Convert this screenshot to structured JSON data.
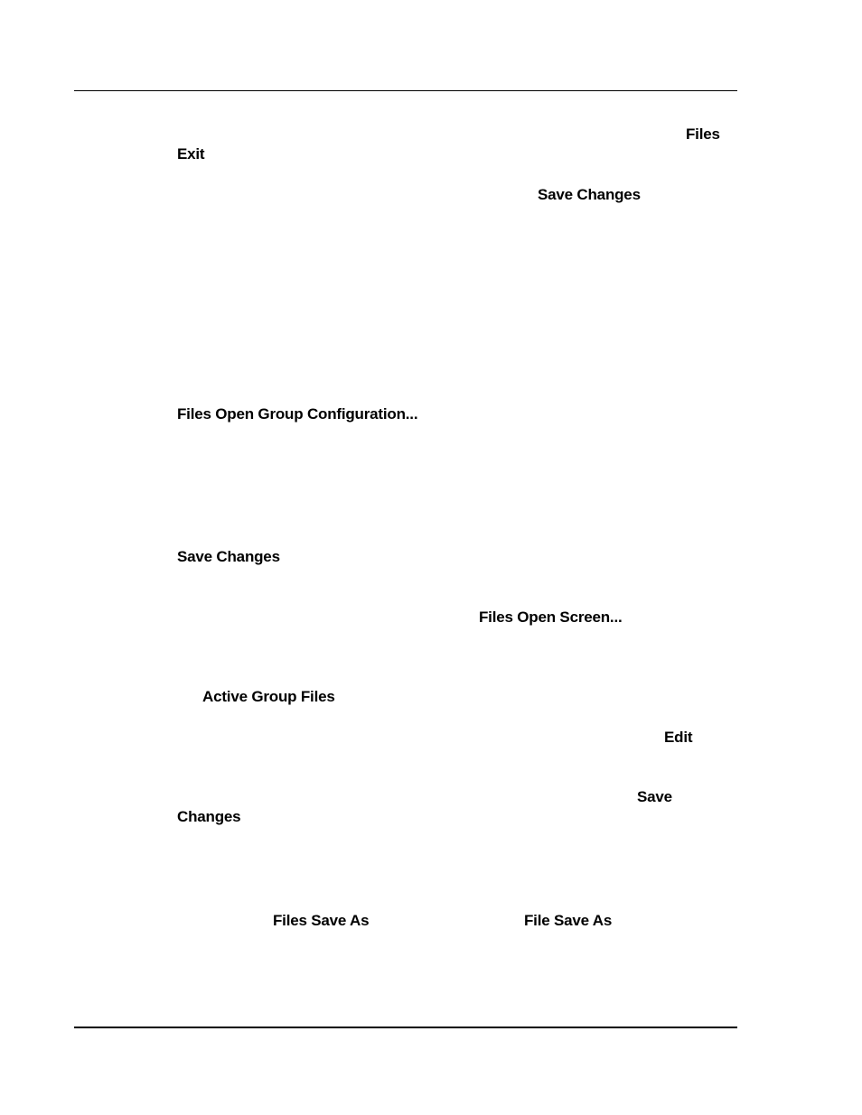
{
  "page": {
    "terms": {
      "files_1": "Files",
      "exit": "Exit",
      "save_changes_1": "Save Changes",
      "files_open_group_configuration": "Files Open Group Configuration...",
      "save_changes_2": "Save Changes",
      "files_open_screen": "Files Open Screen...",
      "active_group_files": "Active Group Files",
      "edit": "Edit",
      "save": "Save",
      "changes": "Changes",
      "files_save_as": "Files Save As",
      "file_save_as": "File Save As"
    }
  }
}
